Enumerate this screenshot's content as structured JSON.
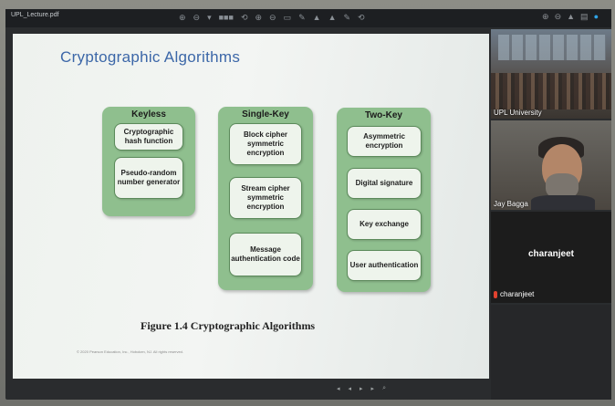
{
  "toolbar": {
    "tab_label": "UPL_Lecture.pdf",
    "tools": [
      "⊕",
      "⊖",
      "▾",
      "■■■",
      "⟲",
      "⊕",
      "⊖",
      "▭",
      "✎",
      "▲",
      "▲",
      "✎",
      "⟲"
    ],
    "right_icons": [
      "⊕",
      "⊖",
      "▲",
      "▤",
      "●"
    ]
  },
  "slide": {
    "title": "Cryptographic Algorithms",
    "columns": [
      {
        "title": "Keyless",
        "items": [
          "Cryptographic hash function",
          "Pseudo-random number generator"
        ]
      },
      {
        "title": "Single-Key",
        "items": [
          "Block cipher symmetric encryption",
          "Stream cipher symmetric encryption",
          "Message authentication code"
        ]
      },
      {
        "title": "Two-Key",
        "items": [
          "Asymmetric encryption",
          "Digital signature",
          "Key exchange",
          "User authentication"
        ]
      }
    ],
    "caption": "Figure 1.4 Cryptographic Algorithms",
    "copyright": "© 2020 Pearson Education, Inc., Hoboken, NJ. All rights reserved."
  },
  "participants": [
    {
      "label": "UPL University"
    },
    {
      "label": "Jay Bagga"
    },
    {
      "name": "charanjeet",
      "label": "charanjeet",
      "muted": true
    }
  ],
  "colors": {
    "title": "#3c67a8",
    "column": "#8fbf8e",
    "box": "#eef4ec",
    "mic_muted": "#e0422f"
  }
}
